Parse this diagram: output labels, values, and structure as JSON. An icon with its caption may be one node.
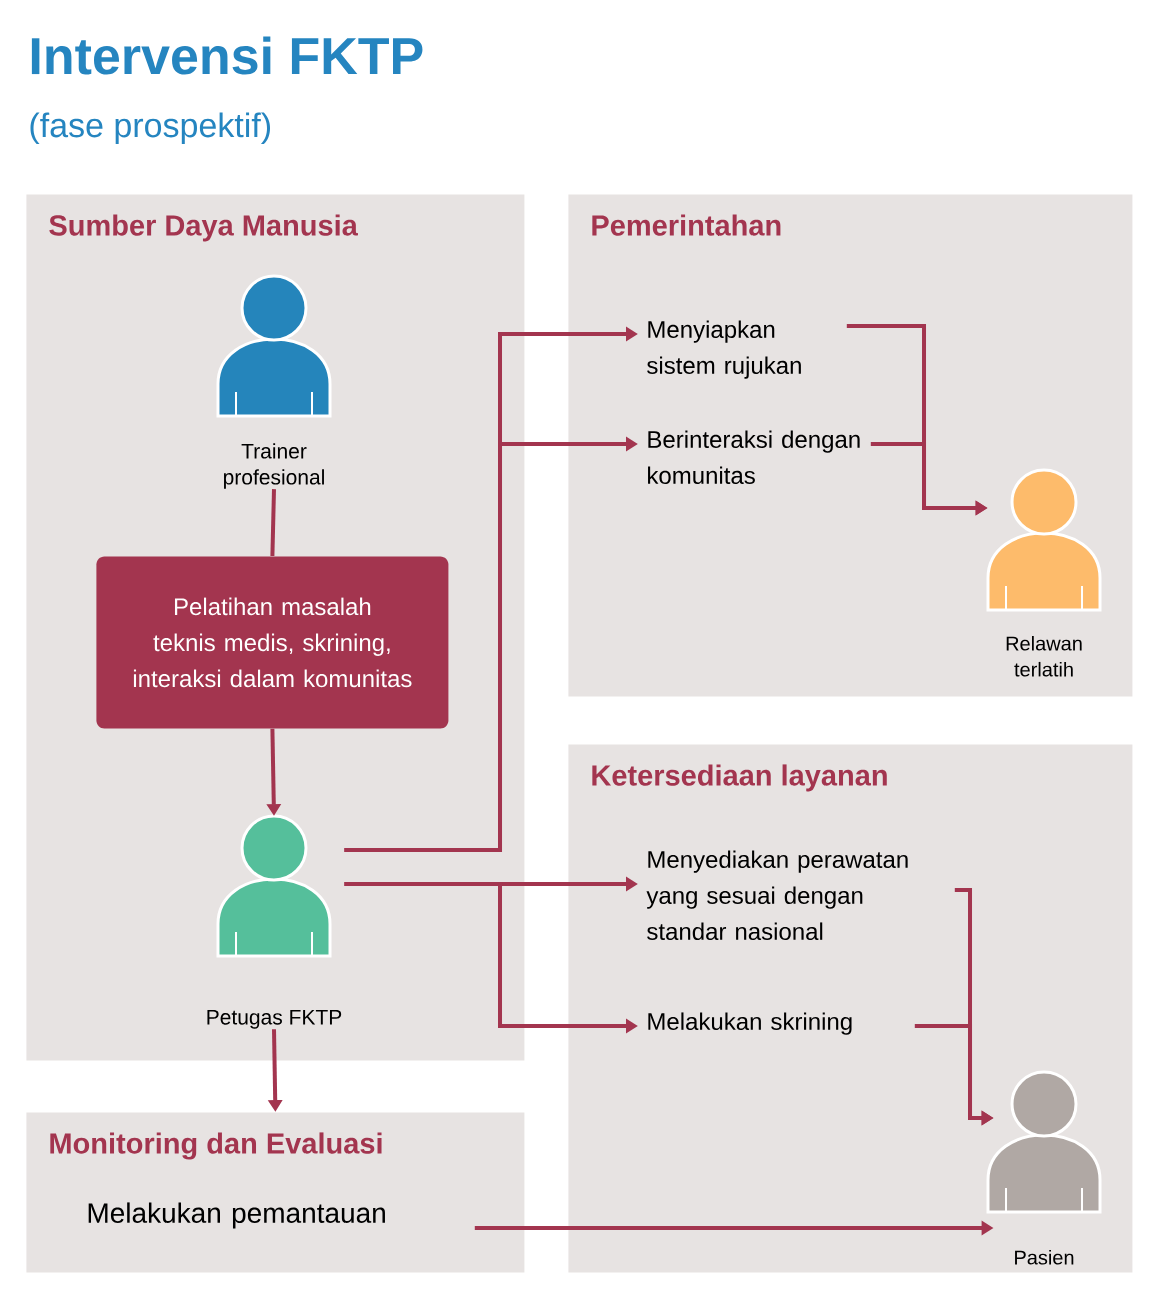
{
  "diagram": {
    "title": "Intervensi FKTP",
    "nodes": [
      {
        "text": [
          "Sumber Daya Manusia"
        ]
      },
      {
        "text": [
          "Trainer profesional"
        ],
        "in": 0
      },
      {
        "text": [
          "Pelatihan masalah teknis medis, skrining, interaksi dalam komunitas"
        ],
        "in": 0
      },
      {
        "text": [
          "Petugas FKTP"
        ],
        "in": 0
      },
      {
        "text": [
          "Pemerintahan"
        ]
      },
      {
        "text": [
          "Menyiapkan sistem rujukan"
        ],
        "in": 4
      },
      {
        "text": [
          "Berinteraksi dengan komunitas"
        ],
        "in": 4
      },
      {
        "text": [
          "Relawan terlatih"
        ],
        "in": 4
      },
      {
        "text": [
          "Ketersediaan layanan"
        ]
      },
      {
        "text": [
          "Menyediakan perawatan yang sesuai dengan standar nasional"
        ],
        "in": 8
      },
      {
        "text": [
          "Melakukan skrining"
        ],
        "in": 8
      },
      {
        "text": [
          "Pasien"
        ],
        "in": 8
      },
      {
        "text": [
          "Monitoring dan Evaluasi"
        ]
      },
      {
        "text": [
          "Melakukan pemantauan"
        ],
        "in": 12
      }
    ],
    "edges": [
      {
        "from": 1,
        "to": 2,
        "arrow": "none"
      },
      {
        "from": 2,
        "to": 3,
        "arrow": "to"
      },
      {
        "from": 3,
        "to": 12,
        "arrow": "to"
      },
      {
        "from": 3,
        "to": 5,
        "arrow": "to"
      },
      {
        "from": 3,
        "to": 6,
        "arrow": "to"
      },
      {
        "from": 3,
        "to": 9,
        "arrow": "to"
      },
      {
        "from": 3,
        "to": 10,
        "arrow": "to"
      },
      {
        "from": 5,
        "to": 7,
        "arrow": "to"
      },
      {
        "from": 6,
        "to": 7,
        "arrow": "to"
      },
      {
        "from": 9,
        "to": 11,
        "arrow": "to"
      },
      {
        "from": 10,
        "to": 11,
        "arrow": "to"
      },
      {
        "from": 13,
        "to": 11,
        "arrow": "to"
      }
    ],
    "labels": [
      "(fase prospektif)"
    ]
  }
}
